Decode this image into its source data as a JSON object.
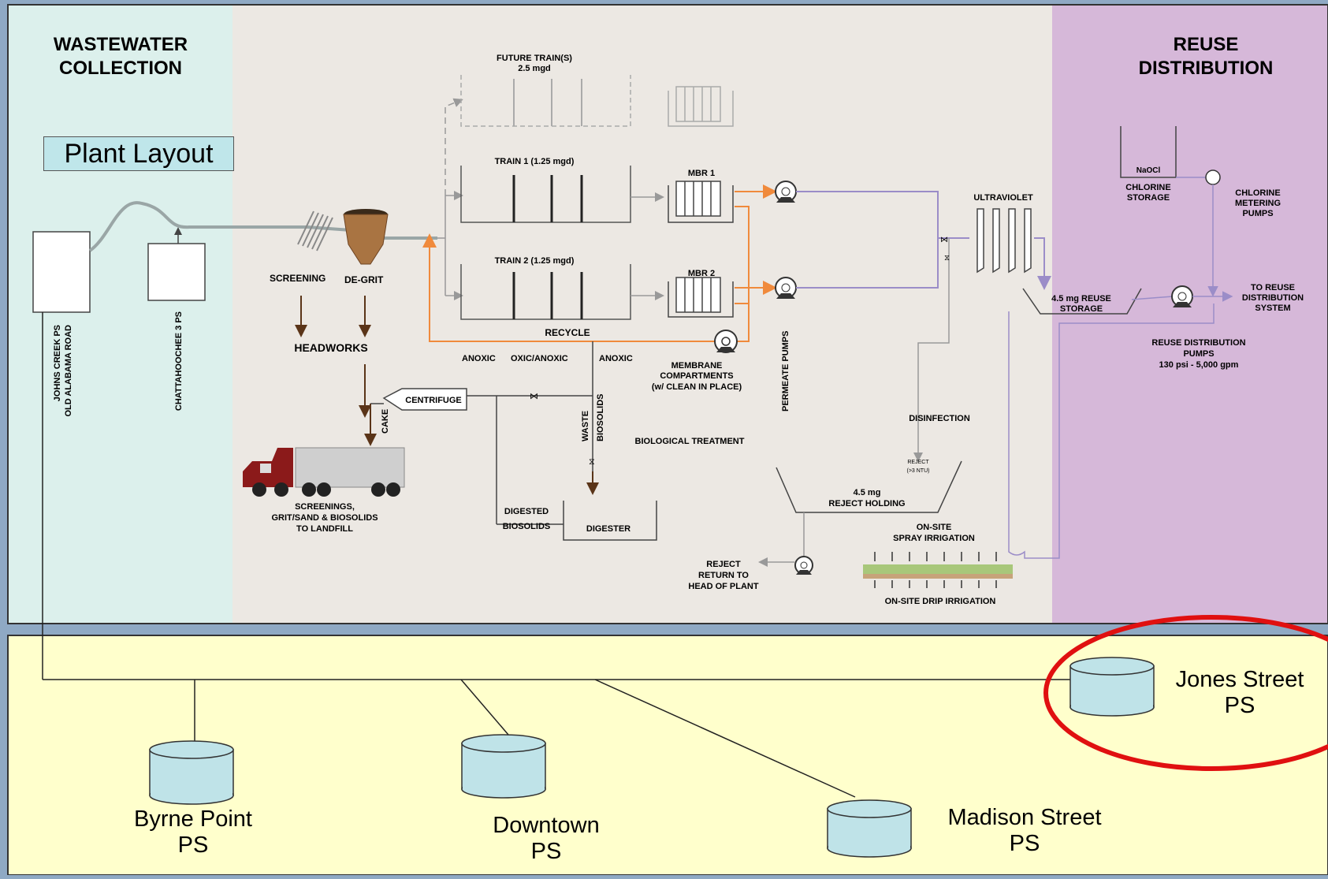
{
  "sections": {
    "collection_title_1": "WASTEWATER",
    "collection_title_2": "COLLECTION",
    "reuse_title_1": "REUSE",
    "reuse_title_2": "DISTRIBUTION",
    "plant_layout": "Plant Layout"
  },
  "collection": {
    "johns_creek_1": "JOHNS CREEK PS",
    "johns_creek_2": "OLD ALABAMA ROAD",
    "chattahoochee": "CHATTAHOOCHEE 3 PS"
  },
  "process": {
    "future_trains_1": "FUTURE TRAIN(S)",
    "future_trains_2": "2.5 mgd",
    "train1": "TRAIN 1 (1.25 mgd)",
    "train2": "TRAIN 2 (1.25 mgd)",
    "mbr1": "MBR 1",
    "mbr2": "MBR 2",
    "screening": "SCREENING",
    "degrit": "DE-GRIT",
    "headworks": "HEADWORKS",
    "recycle": "RECYCLE",
    "anoxic1": "ANOXIC",
    "oxic_anoxic": "OXIC/ANOXIC",
    "anoxic2": "ANOXIC",
    "membrane_1": "MEMBRANE",
    "membrane_2": "COMPARTMENTS",
    "membrane_3": "(w/ CLEAN IN PLACE)",
    "permeate_pumps": "PERMEATE PUMPS",
    "centrifuge": "CENTRIFUGE",
    "cake": "CAKE",
    "waste_biosolids_1": "WASTE",
    "waste_biosolids_2": "BIOSOLIDS",
    "biological_treatment": "BIOLOGICAL TREATMENT",
    "screenings_1": "SCREENINGS,",
    "screenings_2": "GRIT/SAND & BIOSOLIDS",
    "screenings_3": "TO LANDFILL",
    "digested_1": "DIGESTED",
    "digested_2": "BIOSOLIDS",
    "digester": "DIGESTER",
    "reject_return_1": "REJECT",
    "reject_return_2": "RETURN TO",
    "reject_return_3": "HEAD OF PLANT",
    "ultraviolet": "ULTRAVIOLET",
    "disinfection": "DISINFECTION",
    "reject_ntu_1": "REJECT",
    "reject_ntu_2": "(>3 NTU)",
    "reject_holding_1": "4.5 mg",
    "reject_holding_2": "REJECT HOLDING",
    "spray_1": "ON-SITE",
    "spray_2": "SPRAY IRRIGATION",
    "drip": "ON-SITE DRIP IRRIGATION",
    "reuse_storage_1": "4.5 mg REUSE",
    "reuse_storage_2": "STORAGE",
    "naocl": "NaOCl",
    "chlorine_storage_1": "CHLORINE",
    "chlorine_storage_2": "STORAGE",
    "chlorine_pumps_1": "CHLORINE",
    "chlorine_pumps_2": "METERING",
    "chlorine_pumps_3": "PUMPS",
    "to_reuse_1": "TO REUSE",
    "to_reuse_2": "DISTRIBUTION",
    "to_reuse_3": "SYSTEM",
    "reuse_pumps_1": "REUSE DISTRIBUTION",
    "reuse_pumps_2": "PUMPS",
    "reuse_pumps_3": "130 psi - 5,000 gpm"
  },
  "pump_stations": [
    {
      "line1": "Byrne Point",
      "line2": "PS"
    },
    {
      "line1": "Downtown",
      "line2": "PS"
    },
    {
      "line1": "Madison Street",
      "line2": "PS"
    },
    {
      "line1": "Jones Street",
      "line2": "PS"
    }
  ],
  "colors": {
    "collection_bg": "#dcf0ec",
    "plant_bg": "#ece8e3",
    "reuse_bg": "#d6b8d9",
    "bottom_bg": "#ffffcc",
    "tank_fill": "#bfe3e8",
    "recycle_line": "#f08a3c",
    "reuse_line": "#9b8dc8",
    "highlight": "#e01010"
  }
}
